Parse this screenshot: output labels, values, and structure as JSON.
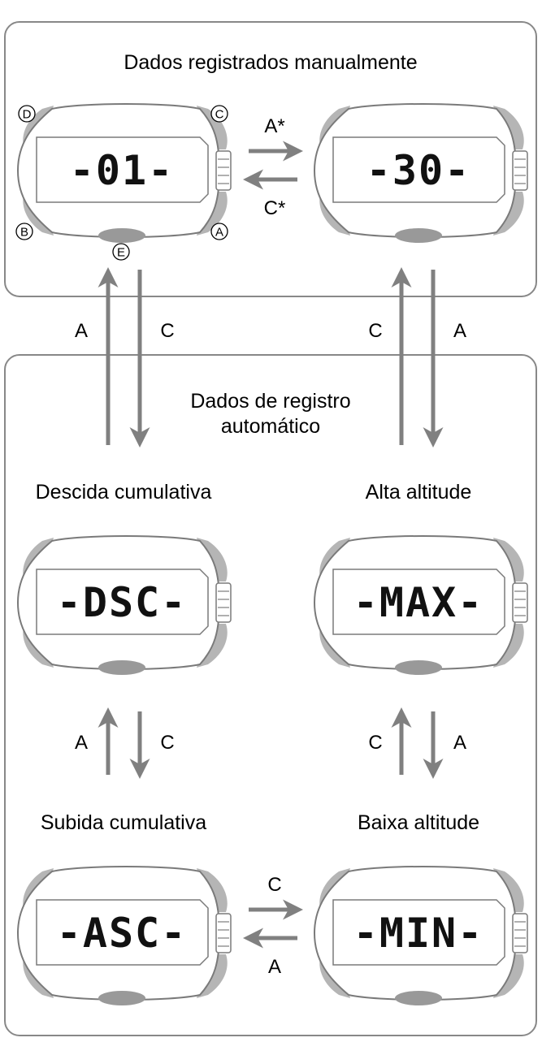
{
  "sections": {
    "manual_title": "Dados registrados manualmente",
    "auto_title_line1": "Dados de registro",
    "auto_title_line2": "automático"
  },
  "watches": {
    "manual_first": "-01-",
    "manual_last": "-30-",
    "descent": "-DSC-",
    "max": "-MAX-",
    "ascent": "-ASC-",
    "min": "-MIN-"
  },
  "captions": {
    "descent": "Descida cumulativa",
    "max": "Alta altitude",
    "ascent": "Subida cumulativa",
    "min": "Baixa altitude"
  },
  "buttons": {
    "a": "A",
    "b": "B",
    "c": "C",
    "d": "D",
    "e": "E"
  },
  "arrows": {
    "manual_right": "A*",
    "manual_left": "C*",
    "left_up": "A",
    "left_down": "C",
    "right_up": "C",
    "right_down": "A",
    "left_mid_up": "A",
    "left_mid_down": "C",
    "right_mid_up": "C",
    "right_mid_down": "A",
    "bottom_right": "C",
    "bottom_left": "A"
  },
  "colors": {
    "frame": "#888888",
    "arrow": "#808080",
    "bezel": "#b5b5b5",
    "outline": "#7a7a7a"
  }
}
